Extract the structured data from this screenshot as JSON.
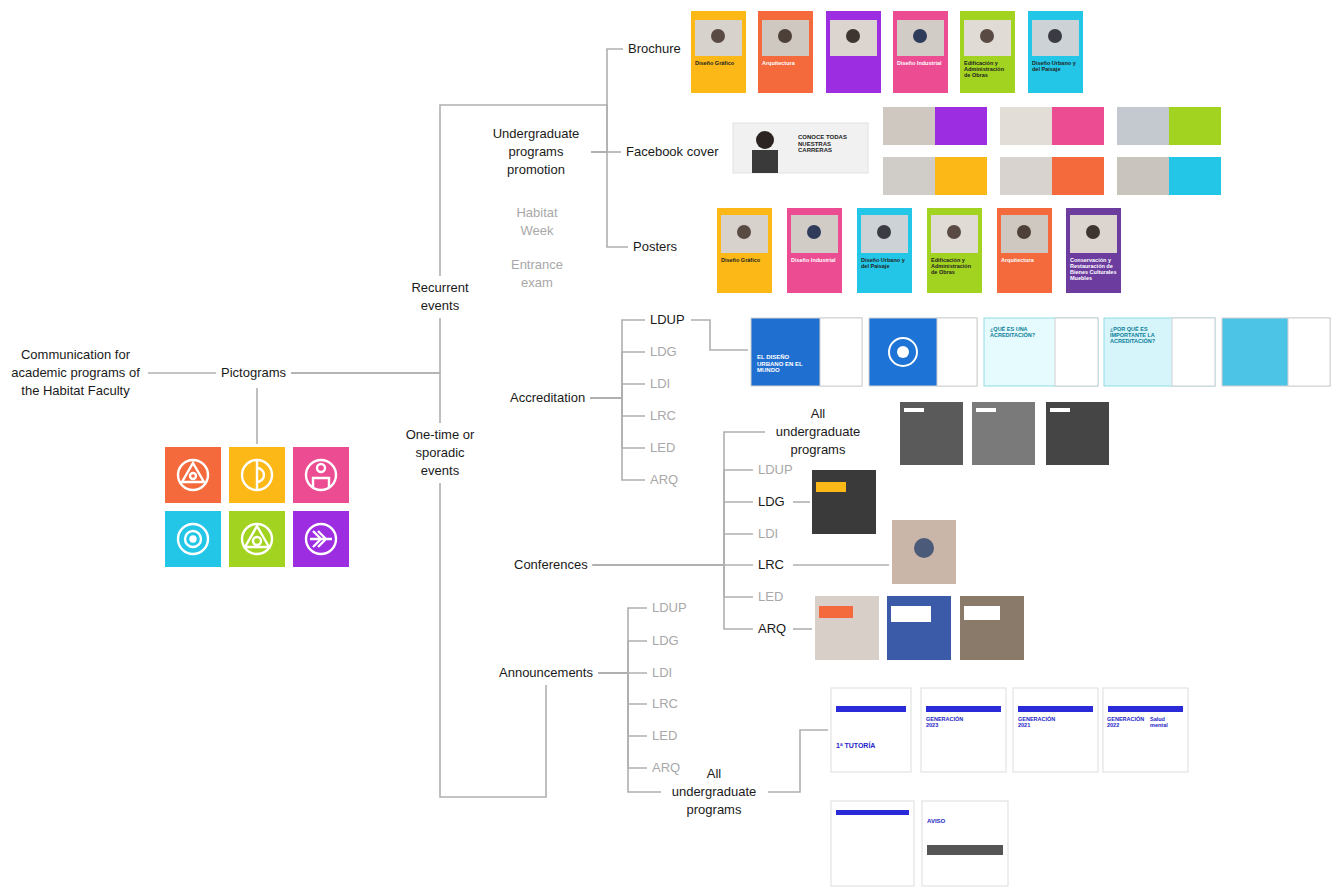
{
  "diagram": {
    "nodes": [
      {
        "text": [
          "Communication for academic programs of the Habitat Faculty"
        ]
      },
      {
        "text": [
          "Pictograms"
        ]
      },
      {
        "text": [
          "Recurrent events"
        ]
      },
      {
        "text": [
          "One-time or sporadic events"
        ]
      },
      {
        "text": [
          "Undergraduate programs promotion"
        ]
      },
      {
        "text": [
          "Brochure"
        ]
      },
      {
        "text": [
          "Facebook cover"
        ]
      },
      {
        "text": [
          "Posters"
        ]
      },
      {
        "text": [
          "Habitat Week"
        ]
      },
      {
        "text": [
          "Entrance exam"
        ]
      },
      {
        "text": [
          "Accreditation"
        ]
      },
      {
        "text": [
          "LDUP"
        ]
      },
      {
        "text": [
          "LDG"
        ]
      },
      {
        "text": [
          "LDI"
        ]
      },
      {
        "text": [
          "LRC"
        ]
      },
      {
        "text": [
          "LED"
        ]
      },
      {
        "text": [
          "ARQ"
        ]
      },
      {
        "text": [
          "Conferences"
        ]
      },
      {
        "text": [
          "All undergraduate programs"
        ]
      },
      {
        "text": [
          "LDUP"
        ]
      },
      {
        "text": [
          "LDG"
        ]
      },
      {
        "text": [
          "LDI"
        ]
      },
      {
        "text": [
          "LRC"
        ]
      },
      {
        "text": [
          "LED"
        ]
      },
      {
        "text": [
          "ARQ"
        ]
      },
      {
        "text": [
          "Announcements"
        ]
      },
      {
        "text": [
          "LDUP"
        ]
      },
      {
        "text": [
          "LDG"
        ]
      },
      {
        "text": [
          "LDI"
        ]
      },
      {
        "text": [
          "LRC"
        ]
      },
      {
        "text": [
          "LED"
        ]
      },
      {
        "text": [
          "ARQ"
        ]
      },
      {
        "text": [
          "All undergraduate programs"
        ]
      }
    ],
    "edges": [
      {
        "from": 0,
        "to": 1,
        "arrow": "none"
      },
      {
        "from": 1,
        "to": 2,
        "arrow": "none"
      },
      {
        "from": 1,
        "to": 3,
        "arrow": "none"
      },
      {
        "from": 2,
        "to": 4,
        "arrow": "none"
      },
      {
        "from": 4,
        "to": 5,
        "arrow": "none"
      },
      {
        "from": 4,
        "to": 6,
        "arrow": "none"
      },
      {
        "from": 4,
        "to": 7,
        "arrow": "none"
      },
      {
        "from": 3,
        "to": 25,
        "arrow": "none"
      },
      {
        "from": 10,
        "to": 11,
        "arrow": "none"
      },
      {
        "from": 10,
        "to": 12,
        "arrow": "none"
      },
      {
        "from": 10,
        "to": 13,
        "arrow": "none"
      },
      {
        "from": 10,
        "to": 14,
        "arrow": "none"
      },
      {
        "from": 10,
        "to": 15,
        "arrow": "none"
      },
      {
        "from": 10,
        "to": 16,
        "arrow": "none"
      },
      {
        "from": 17,
        "to": 18,
        "arrow": "none"
      },
      {
        "from": 17,
        "to": 19,
        "arrow": "none"
      },
      {
        "from": 17,
        "to": 20,
        "arrow": "none"
      },
      {
        "from": 17,
        "to": 21,
        "arrow": "none"
      },
      {
        "from": 17,
        "to": 22,
        "arrow": "none"
      },
      {
        "from": 17,
        "to": 23,
        "arrow": "none"
      },
      {
        "from": 17,
        "to": 24,
        "arrow": "none"
      },
      {
        "from": 25,
        "to": 26,
        "arrow": "none"
      },
      {
        "from": 25,
        "to": 27,
        "arrow": "none"
      },
      {
        "from": 25,
        "to": 28,
        "arrow": "none"
      },
      {
        "from": 25,
        "to": 29,
        "arrow": "none"
      },
      {
        "from": 25,
        "to": 30,
        "arrow": "none"
      },
      {
        "from": 25,
        "to": 31,
        "arrow": "none"
      },
      {
        "from": 25,
        "to": 32,
        "arrow": "none"
      }
    ],
    "labels": [
      "Diseño Gráfico",
      "Arquitectura",
      "Diseño Industrial",
      "Edificación y Administración de Obras",
      "Diseño Urbano y del Paisaje",
      "Diseño Gráfico",
      "Diseño Industrial",
      "Diseño Urbano y del Paisaje",
      "Edificación y Administración de Obras",
      "Arquitectura",
      "Conservación y Restauración de Bienes Culturales Muebles",
      "CONOCE TODAS NUESTRAS CARRERAS",
      "EL DISEÑO URBANO EN EL MUNDO",
      "¿QUÉ ES UNA ACREDITACIÓN?",
      "¿POR QUÉ ES IMPORTANTE LA ACREDITACIÓN?",
      "GENERACIÓN 2023",
      "GENERACIÓN 2021",
      "GENERACIÓN 2022",
      "1ª TUTORÍA",
      "Salud mental",
      "AVISO"
    ]
  }
}
